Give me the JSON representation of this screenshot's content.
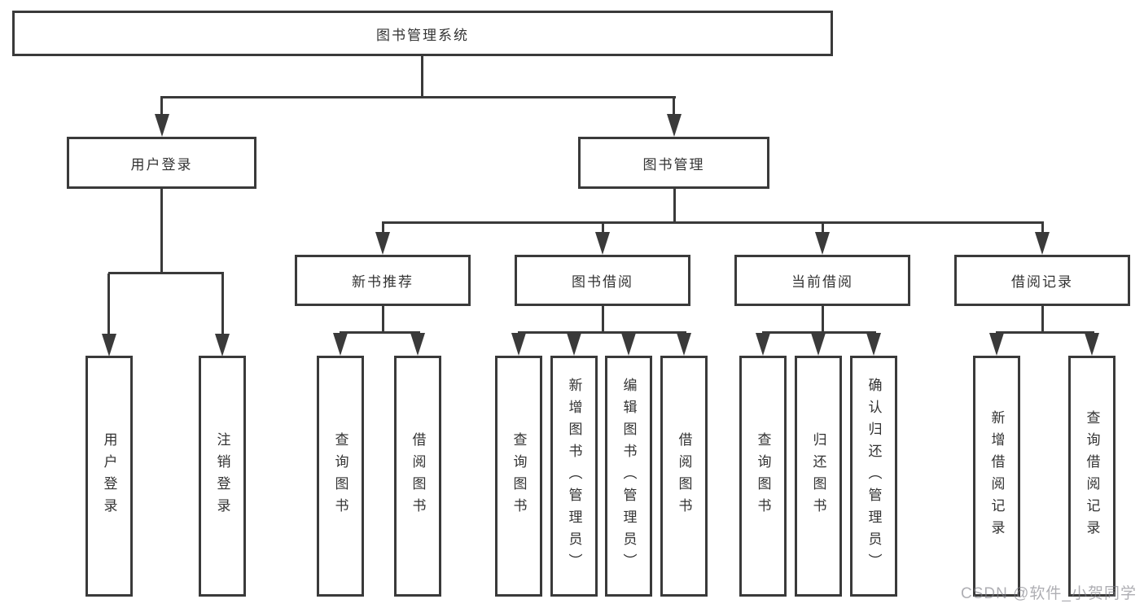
{
  "diagram_type": "hierarchy-tree",
  "colors": {
    "line": "#3a3a3a",
    "box_border": "#3a3a3a",
    "box_fill": "#ffffff",
    "text": "#333333",
    "watermark": "rgba(125,125,133,0.62)"
  },
  "watermark": "CSDN @软件_小贺同学",
  "tree": {
    "label": "图书管理系统",
    "children": [
      {
        "label": "用户登录",
        "children": [
          {
            "label": "用户登录"
          },
          {
            "label": "注销登录"
          }
        ]
      },
      {
        "label": "图书管理",
        "children": [
          {
            "label": "新书推荐",
            "children": [
              {
                "label": "查询图书"
              },
              {
                "label": "借阅图书"
              }
            ]
          },
          {
            "label": "图书借阅",
            "children": [
              {
                "label": "查询图书"
              },
              {
                "label": "新增图书（管理员）"
              },
              {
                "label": "编辑图书（管理员）"
              },
              {
                "label": "借阅图书"
              }
            ]
          },
          {
            "label": "当前借阅",
            "children": [
              {
                "label": "查询图书"
              },
              {
                "label": "归还图书"
              },
              {
                "label": "确认归还（管理员）"
              }
            ]
          },
          {
            "label": "借阅记录",
            "children": [
              {
                "label": "新增借阅记录"
              },
              {
                "label": "查询借阅记录"
              }
            ]
          }
        ]
      }
    ]
  }
}
